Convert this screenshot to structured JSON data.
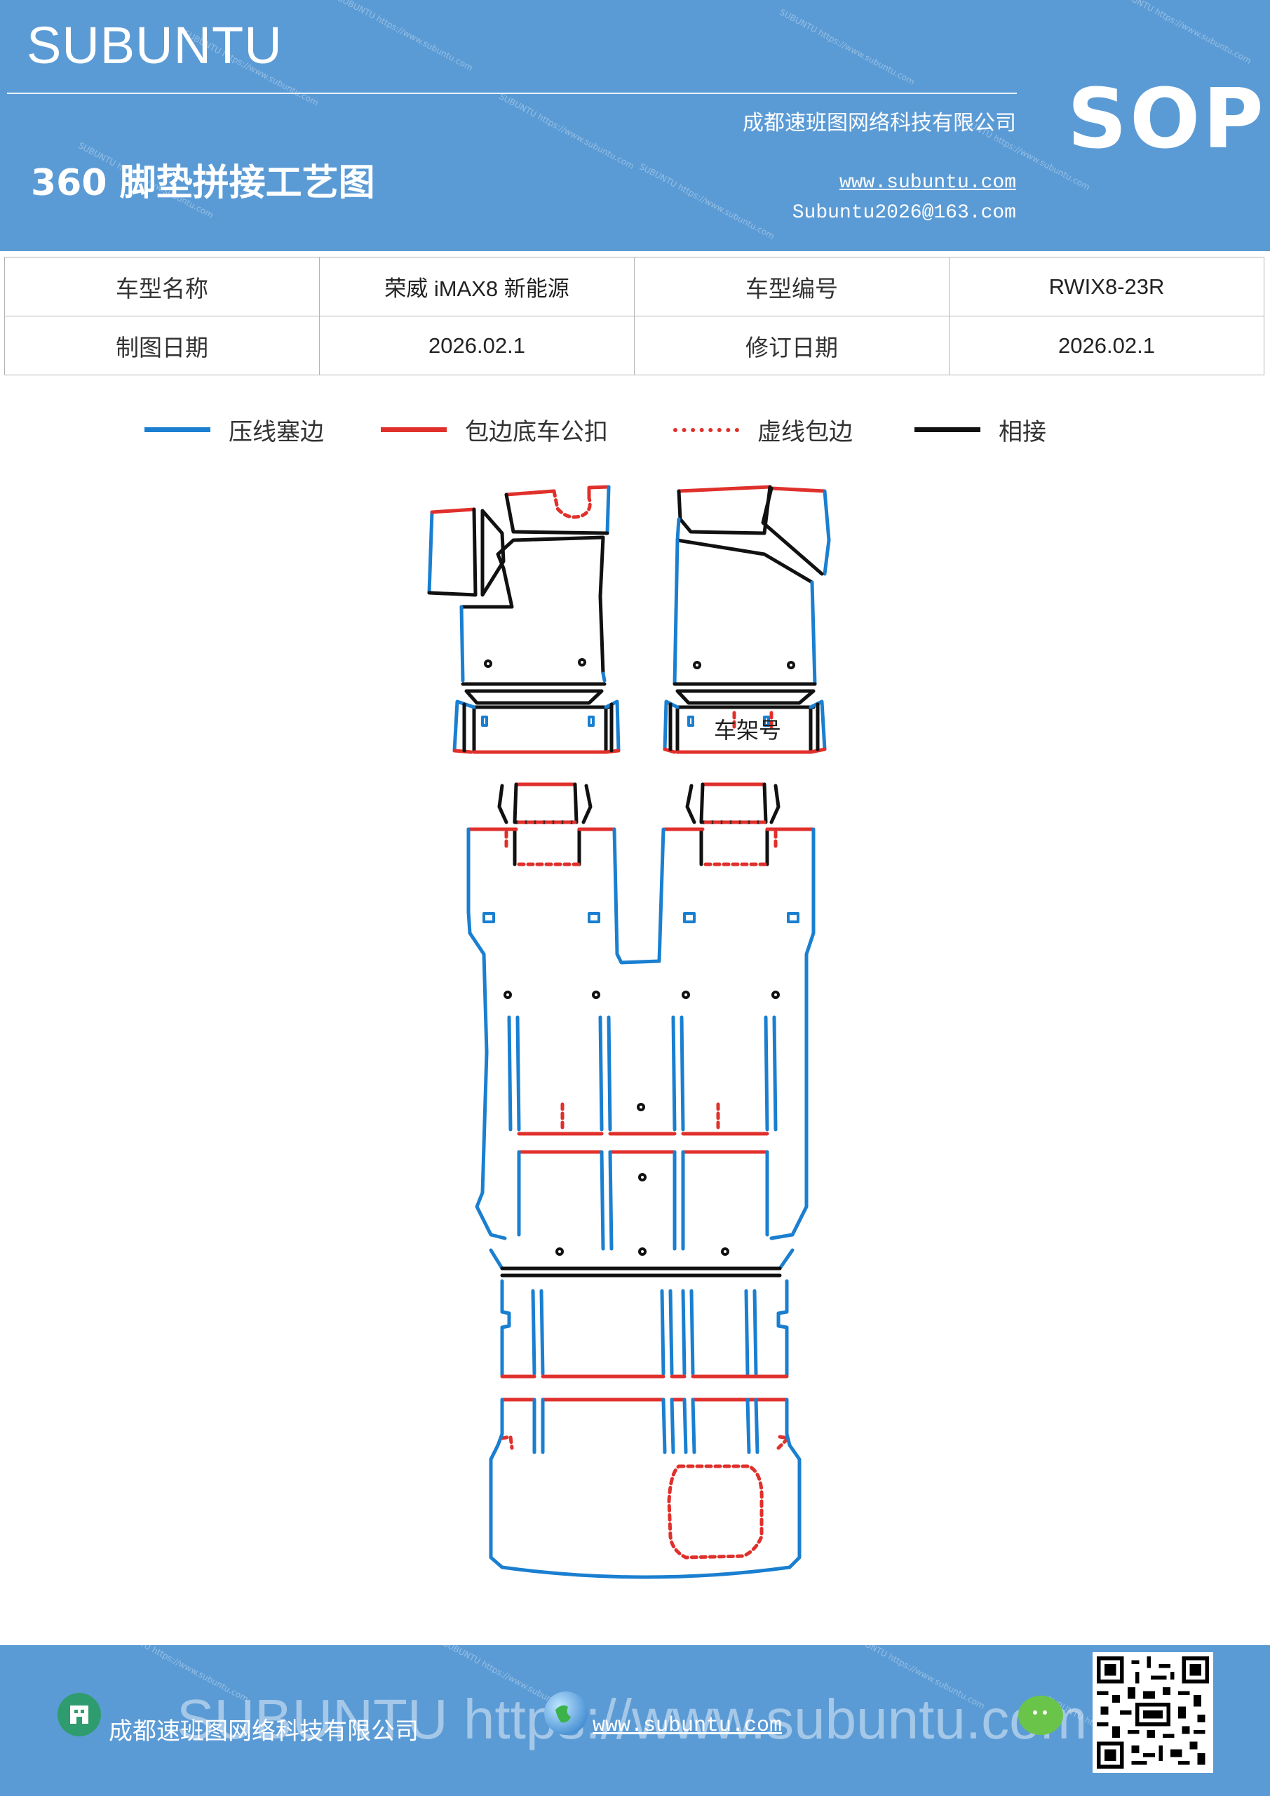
{
  "header": {
    "brand": "SUBUNTU",
    "company": "成都速班图网络科技有限公司",
    "title": "360 脚垫拼接工艺图",
    "website": "www.subuntu.com",
    "email": "Subuntu2026@163.com",
    "badge": "SOP",
    "watermark": "SUBUNTU https://www.subuntu.com"
  },
  "info_table": {
    "rows": [
      [
        {
          "text": "车型名称",
          "type": "label"
        },
        {
          "text": "荣威 iMAX8 新能源",
          "type": "value"
        },
        {
          "text": "车型编号",
          "type": "label"
        },
        {
          "text": "RWIX8-23R",
          "type": "value"
        }
      ],
      [
        {
          "text": "制图日期",
          "type": "label"
        },
        {
          "text": "2026.02.1",
          "type": "value"
        },
        {
          "text": "修订日期",
          "type": "label"
        },
        {
          "text": "2026.02.1",
          "type": "value"
        }
      ]
    ]
  },
  "legend": [
    {
      "label": "压线塞边",
      "color": "#1a7fd0",
      "style": "solid"
    },
    {
      "label": "包边底车公扣",
      "color": "#e0302b",
      "style": "solid"
    },
    {
      "label": "虚线包边",
      "color": "#e0302b",
      "style": "dotted"
    },
    {
      "label": "相接",
      "color": "#111111",
      "style": "solid"
    }
  ],
  "diagram": {
    "frame_label": "车架号"
  },
  "footer": {
    "company": "成都速班图网络科技有限公司",
    "website": "www.subuntu.com",
    "watermark": "SUBUNTU https://www.subuntu.com",
    "icons": [
      "company-icon",
      "globe-icon",
      "wechat-icon",
      "qr-code"
    ]
  },
  "colors": {
    "header_bg": "#5b9bd5",
    "blue_line": "#1a7fd0",
    "red_line": "#e0302b",
    "black_line": "#111111"
  }
}
